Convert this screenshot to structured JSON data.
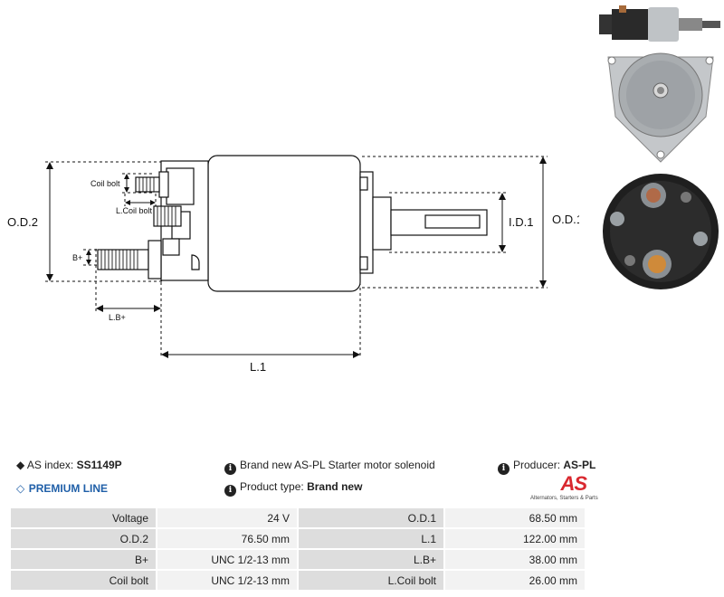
{
  "diagram": {
    "labels": {
      "od2": "O.D.2",
      "od1": "O.D.1",
      "id1": "I.D.1",
      "l1": "L.1",
      "coil_bolt": "Coil bolt",
      "l_coil_bolt": "L.Coil bolt",
      "b_plus": "B+",
      "l_b_plus": "L.B+"
    }
  },
  "info": {
    "as_index_label": "AS index:",
    "as_index_value": "SS1149P",
    "premium": "PREMIUM LINE",
    "description": "Brand new AS-PL Starter motor solenoid",
    "product_type_label": "Product type:",
    "product_type_value": "Brand new",
    "producer_label": "Producer:",
    "producer_value": "AS-PL"
  },
  "logo": {
    "text": "AS",
    "subtitle": "Alternators, Starters & Parts",
    "color": "#d9282f"
  },
  "specs": [
    {
      "l1": "Voltage",
      "v1": "24 V",
      "l2": "O.D.1",
      "v2": "68.50 mm"
    },
    {
      "l1": "O.D.2",
      "v1": "76.50 mm",
      "l2": "L.1",
      "v2": "122.00 mm"
    },
    {
      "l1": "B+",
      "v1": "UNC 1/2-13 mm",
      "l2": "L.B+",
      "v2": "38.00 mm"
    },
    {
      "l1": "Coil bolt",
      "v1": "UNC 1/2-13 mm",
      "l2": "L.Coil bolt",
      "v2": "26.00 mm"
    }
  ],
  "colors": {
    "accent_blue": "#1f5fa8",
    "label_cell": "#dddddd",
    "value_cell": "#f2f2f2"
  }
}
